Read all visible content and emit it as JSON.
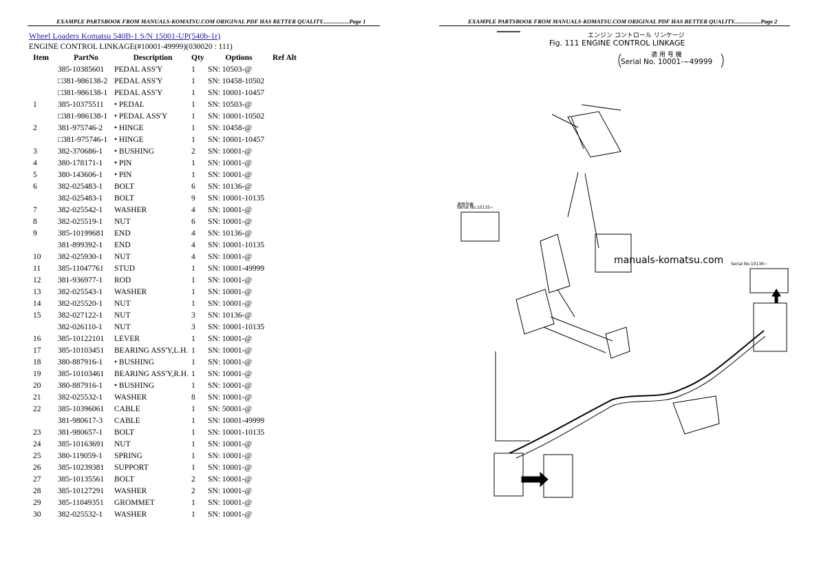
{
  "header": {
    "left": "EXAMPLE PARTSBOOK FROM MANUALS-KOMATSU.COM ORIGINAL PDF HAS BETTER QUALITY..................Page 1",
    "right": "EXAMPLE PARTSBOOK FROM MANUALS-KOMATSU.COM ORIGINAL PDF HAS BETTER QUALITY..................Page 2"
  },
  "title_link": "Wheel Loaders Komatsu 540B-1 S/N 15001-UP(540b-1r)",
  "subtitle": "ENGINE CONTROL LINKAGE(#10001-49999)(030020 : 111)",
  "columns": [
    "Item",
    "PartNo",
    "Description",
    "Qty",
    "Options",
    "Ref Alt"
  ],
  "rows": [
    {
      "item": "",
      "part": "385-10385601",
      "desc": "PEDAL ASS'Y",
      "qty": "1",
      "opt": "SN: 10503-@"
    },
    {
      "item": "",
      "part": "□381-986138-2",
      "desc": "PEDAL ASS'Y",
      "qty": "1",
      "opt": "SN: 10458-10502"
    },
    {
      "item": "",
      "part": "□381-986138-1",
      "desc": "PEDAL ASS'Y",
      "qty": "1",
      "opt": "SN: 10001-10457"
    },
    {
      "item": "1",
      "part": "385-10375511",
      "desc": "• PEDAL",
      "qty": "1",
      "opt": "SN: 10503-@"
    },
    {
      "item": "",
      "part": "□381-986138-1",
      "desc": "• PEDAL ASS'Y",
      "qty": "1",
      "opt": "SN: 10001-10502"
    },
    {
      "item": "2",
      "part": "381-975746-2",
      "desc": "• HINGE",
      "qty": "1",
      "opt": "SN: 10458-@"
    },
    {
      "item": "",
      "part": "□381-975746-1",
      "desc": "• HINGE",
      "qty": "1",
      "opt": "SN: 10001-10457"
    },
    {
      "item": "3",
      "part": "382-370686-1",
      "desc": "• BUSHING",
      "qty": "2",
      "opt": "SN: 10001-@"
    },
    {
      "item": "4",
      "part": "380-178171-1",
      "desc": "• PIN",
      "qty": "1",
      "opt": "SN: 10001-@"
    },
    {
      "item": "5",
      "part": "380-143606-1",
      "desc": "• PIN",
      "qty": "1",
      "opt": "SN: 10001-@"
    },
    {
      "item": "6",
      "part": "382-025483-1",
      "desc": "BOLT",
      "qty": "6",
      "opt": "SN: 10136-@"
    },
    {
      "item": "",
      "part": "382-025483-1",
      "desc": "BOLT",
      "qty": "9",
      "opt": "SN: 10001-10135"
    },
    {
      "item": "7",
      "part": "382-025542-1",
      "desc": "WASHER",
      "qty": "4",
      "opt": "SN: 10001-@"
    },
    {
      "item": "8",
      "part": "382-025519-1",
      "desc": "NUT",
      "qty": "6",
      "opt": "SN: 10001-@"
    },
    {
      "item": "9",
      "part": "385-10199681",
      "desc": "END",
      "qty": "4",
      "opt": "SN: 10136-@"
    },
    {
      "item": "",
      "part": "381-899392-1",
      "desc": "END",
      "qty": "4",
      "opt": "SN: 10001-10135"
    },
    {
      "item": "10",
      "part": "382-025930-1",
      "desc": "NUT",
      "qty": "4",
      "opt": "SN: 10001-@"
    },
    {
      "item": "11",
      "part": "385-11047761",
      "desc": "STUD",
      "qty": "1",
      "opt": "SN: 10001-49999"
    },
    {
      "item": "12",
      "part": "381-936977-1",
      "desc": "ROD",
      "qty": "1",
      "opt": "SN: 10001-@"
    },
    {
      "item": "13",
      "part": "382-025543-1",
      "desc": "WASHER",
      "qty": "1",
      "opt": "SN: 10001-@"
    },
    {
      "item": "14",
      "part": "382-025520-1",
      "desc": "NUT",
      "qty": "1",
      "opt": "SN: 10001-@"
    },
    {
      "item": "15",
      "part": "382-027122-1",
      "desc": "NUT",
      "qty": "3",
      "opt": "SN: 10136-@"
    },
    {
      "item": "",
      "part": "382-026110-1",
      "desc": "NUT",
      "qty": "3",
      "opt": "SN: 10001-10135"
    },
    {
      "item": "16",
      "part": "385-10122101",
      "desc": "LEVER",
      "qty": "1",
      "opt": "SN: 10001-@"
    },
    {
      "item": "17",
      "part": "385-10103451",
      "desc": "BEARING ASS'Y,L.H.",
      "qty": "1",
      "opt": "SN: 10001-@"
    },
    {
      "item": "18",
      "part": "380-887916-1",
      "desc": "• BUSHING",
      "qty": "1",
      "opt": "SN: 10001-@"
    },
    {
      "item": "19",
      "part": "385-10103461",
      "desc": "BEARING ASS'Y,R.H.",
      "qty": "1",
      "opt": "SN: 10001-@"
    },
    {
      "item": "20",
      "part": "380-887916-1",
      "desc": "• BUSHING",
      "qty": "1",
      "opt": "SN: 10001-@"
    },
    {
      "item": "21",
      "part": "382-025532-1",
      "desc": "WASHER",
      "qty": "8",
      "opt": "SN: 10001-@"
    },
    {
      "item": "22",
      "part": "385-10396061",
      "desc": "CABLE",
      "qty": "1",
      "opt": "SN: 50001-@"
    },
    {
      "item": "",
      "part": "381-980617-3",
      "desc": "CABLE",
      "qty": "1",
      "opt": "SN: 10001-49999"
    },
    {
      "item": "23",
      "part": "381-980657-1",
      "desc": "BOLT",
      "qty": "1",
      "opt": "SN: 10001-10135"
    },
    {
      "item": "24",
      "part": "385-10163691",
      "desc": "NUT",
      "qty": "1",
      "opt": "SN: 10001-@"
    },
    {
      "item": "25",
      "part": "380-119059-1",
      "desc": "SPRING",
      "qty": "1",
      "opt": "SN: 10001-@"
    },
    {
      "item": "26",
      "part": "385-10239381",
      "desc": "SUPPORT",
      "qty": "1",
      "opt": "SN: 10001-@"
    },
    {
      "item": "27",
      "part": "385-10135561",
      "desc": "BOLT",
      "qty": "2",
      "opt": "SN: 10001-@"
    },
    {
      "item": "28",
      "part": "385-10127291",
      "desc": "WASHER",
      "qty": "2",
      "opt": "SN: 10001-@"
    },
    {
      "item": "29",
      "part": "385-11049351",
      "desc": "GROMMET",
      "qty": "1",
      "opt": "SN: 10001-@"
    },
    {
      "item": "30",
      "part": "382-025532-1",
      "desc": "WASHER",
      "qty": "1",
      "opt": "SN: 10001-@"
    }
  ],
  "figure": {
    "jp_title": "エンジン コントロール リンケージ",
    "fig_title": "Fig. 111  ENGINE CONTROL LINKAGE",
    "jp_serial": "適 用 号 機",
    "serial": "Serial No. 10001-~49999",
    "inset_jp": "適用号機",
    "inset_10135": "Serial No.10135~",
    "inset_10136": "Serial No.10136~",
    "watermark": "manuals-komatsu.com"
  }
}
